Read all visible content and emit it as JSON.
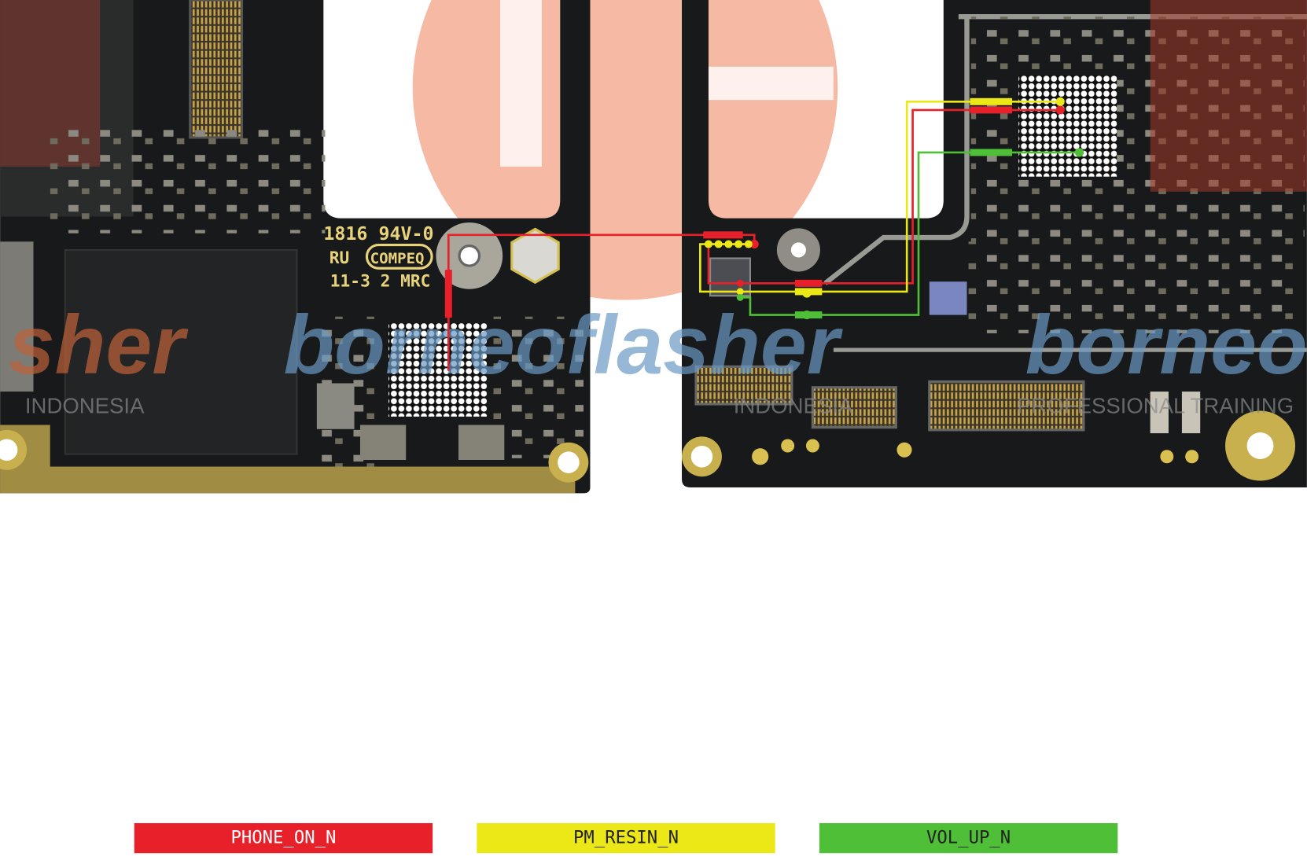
{
  "board": {
    "silkscreen": {
      "line1": "1816 94V-0",
      "maker": "COMPEQ",
      "line3": "11-3 2 MRC",
      "ul_mark": "RU"
    },
    "watermark": {
      "brand": "borneoflasher",
      "brand_left": "sher",
      "subtitle_left": "INDONESIA",
      "subtitle_right": "PROFESSIONAL TRAINING"
    }
  },
  "traces": [
    {
      "name": "PHONE_ON_N",
      "color": "#e8202a"
    },
    {
      "name": "PM_RESIN_N",
      "color": "#ece817"
    },
    {
      "name": "VOL_UP_N",
      "color": "#4fbf37"
    }
  ],
  "legend": {
    "items": [
      {
        "label": "PHONE_ON_N",
        "color": "#e8202a",
        "text_color": "#ffffff"
      },
      {
        "label": "PM_RESIN_N",
        "color": "#ece817",
        "text_color": "#222222"
      },
      {
        "label": "VOL_UP_N",
        "color": "#4fbf37",
        "text_color": "#222222"
      }
    ]
  }
}
